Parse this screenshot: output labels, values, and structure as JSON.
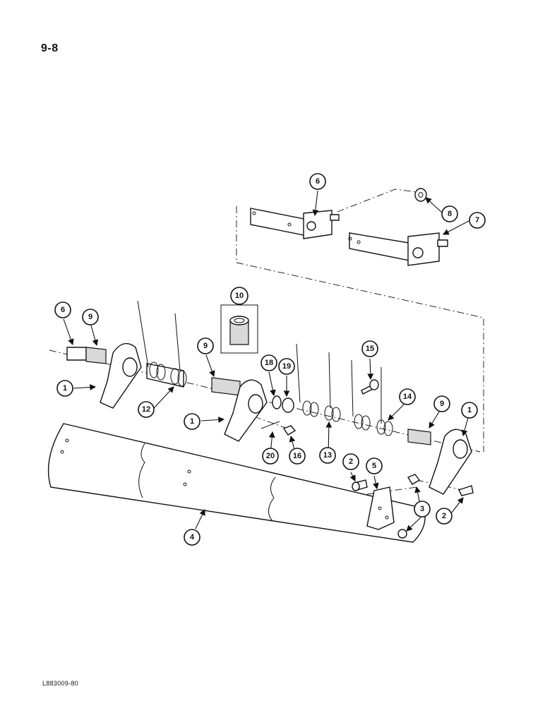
{
  "page": {
    "page_number": "9-8",
    "figure_code": "L883009-80"
  },
  "callouts": [
    "1",
    "2",
    "3",
    "4",
    "5",
    "6",
    "7",
    "8",
    "9",
    "10",
    "12",
    "13",
    "14",
    "15",
    "16",
    "18",
    "19",
    "20"
  ]
}
